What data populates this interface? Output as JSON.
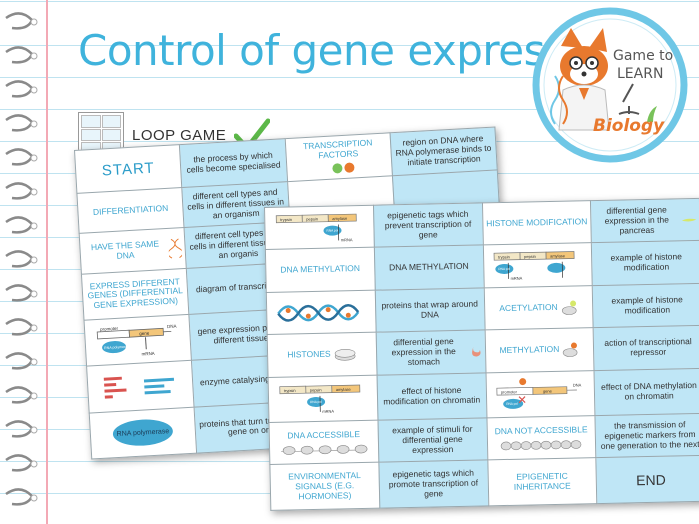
{
  "title": "Control of gene expression",
  "loop_game_label": "LOOP GAME",
  "logo": {
    "line1": "Game to",
    "line2": "LEARN",
    "subject": "Biology"
  },
  "back_card": {
    "rows": [
      {
        "term": "START",
        "definition": "the process by which cells become specialised",
        "term2": "TRANSCRIPTION FACTORS",
        "definition2": "region on DNA where RNA polymerase binds to initiate transcription"
      },
      {
        "term": "DIFFERENTIATION",
        "definition": "different cell types and cells in different tissues in an organism"
      },
      {
        "term": "HAVE THE SAME DNA",
        "definition": "different cell types and cells in different tissues in an organis"
      },
      {
        "term": "EXPRESS DIFFERENT GENES (DIFFERENTIAL GENE EXPRESSION)",
        "definition": "diagram of transcription"
      },
      {
        "diagram": {
          "promoter": "promoter",
          "gene": "gene",
          "dna": "DNA",
          "rnap": "RNA polymerase",
          "mrna": "mRNA"
        },
        "definition": "gene expression profi in different tissues"
      },
      {
        "definition": "enzyme catalysing trans"
      },
      {
        "ellipse": "RNA polymerase",
        "definition": "proteins that turn tran of a gene on or"
      }
    ]
  },
  "front_card": {
    "rows": [
      {
        "c1_diagram": {
          "a": "trypsin",
          "b": "pepsin",
          "c": "amylase",
          "rnap": "RNA pol",
          "mrna": "mRNA"
        },
        "c2": "epigenetic tags which prevent transcription of gene",
        "c3": "HISTONE MODIFICATION",
        "c4": "differential gene expression in the pancreas"
      },
      {
        "c1": "DNA METHYLATION",
        "c2": "DNA METHYLATION",
        "c3_diagram": {
          "a": "trypsin",
          "b": "pepsin",
          "c": "amylase",
          "rnap": "RNA pol",
          "mrna": "mRNA"
        },
        "c4": "example of histone modification"
      },
      {
        "c2": "proteins that wrap around DNA",
        "c3": "ACETYLATION",
        "c4": "example of histone modification"
      },
      {
        "c1": "HISTONES",
        "c2": "differential gene expression in the stomach",
        "c3": "METHYLATION",
        "c4": "action of transcriptional repressor"
      },
      {
        "c1_diagram": {
          "a": "trypsin",
          "b": "pepsin",
          "c": "amylase",
          "rnap": "RNA pol",
          "mrna": "mRNA"
        },
        "c2": "effect of histone modification on chromatin",
        "c3_diagram": {
          "promoter": "promoter",
          "gene": "gene",
          "dna": "DNA",
          "rnap": "RNA pol"
        },
        "c4": "effect of DNA methylation on chromatin"
      },
      {
        "c1": "DNA ACCESSIBLE",
        "c2": "example of stimuli for differential gene expression",
        "c3": "DNA NOT ACCESSIBLE",
        "c4": "the transmission of epigenetic markers from one generation to the next"
      },
      {
        "c1": "ENVIRONMENTAL SIGNALS (e.g. HORMONES)",
        "c2": "epigenetic tags which promote transcription of gene",
        "c3": "EPIGENETIC INHERITANCE",
        "c4": "END"
      }
    ]
  },
  "colors": {
    "title": "#3fb3dc",
    "cell_blue": "#bfe6f6",
    "term": "#3fa6d0",
    "check": "#5cb848",
    "logo_ring": "#6fc7e6",
    "biology": "#e8792e"
  }
}
